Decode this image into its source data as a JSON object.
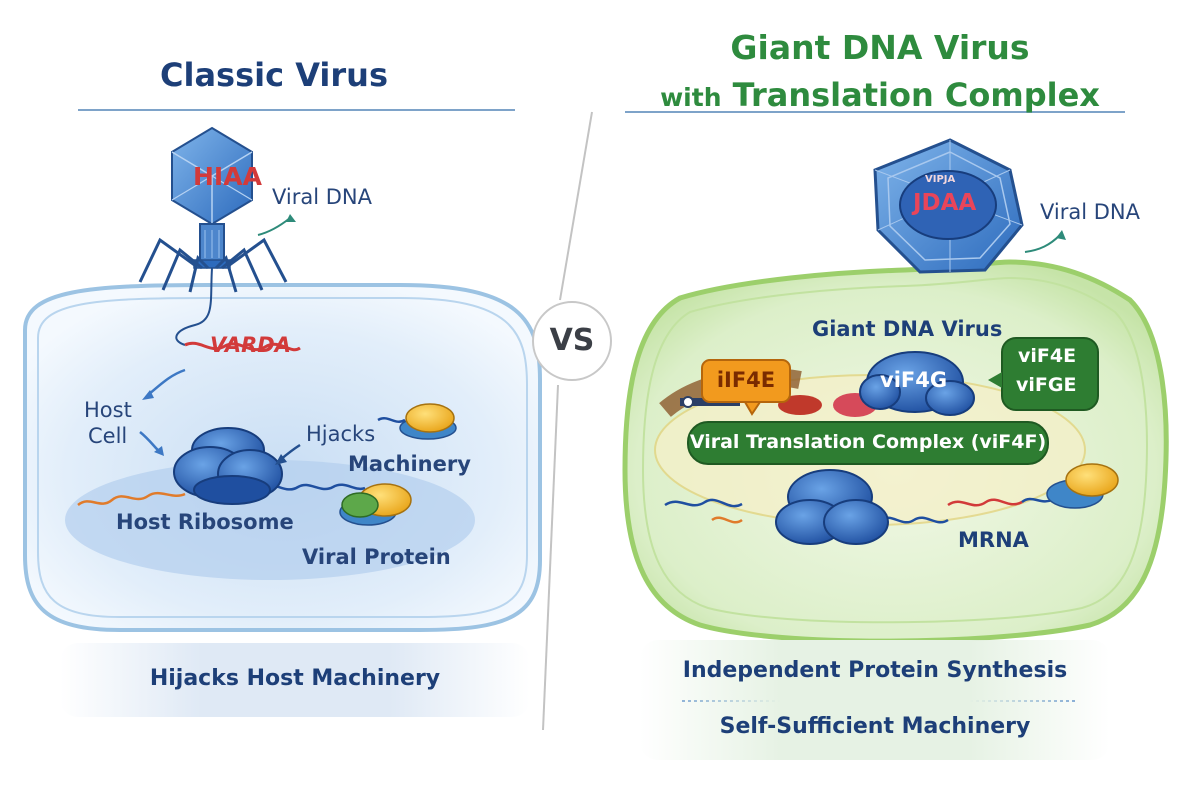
{
  "left_panel": {
    "title": "Classic Virus",
    "capsid_text": "HIAA",
    "viral_dna_label": "Viral DNA",
    "injected_dna_text": "VARDA",
    "host_cell_label_line1": "Host",
    "host_cell_label_line2": "Cell",
    "hijacks_label": "Hjacks",
    "machinery_label": "Machinery",
    "ribosome_label": "Host Ribosome",
    "protein_label": "Viral Protein",
    "summary": "Hijacks Host Machinery",
    "colors": {
      "title": "#1d3f78",
      "cell_fill": "#d7e8f7",
      "cell_border": "#9cc3e3",
      "ribosome": "#2f6fc6"
    }
  },
  "divider": {
    "vs_label": "VS"
  },
  "right_panel": {
    "title_line1": "Giant DNA Virus",
    "title_line2_prefix": "with",
    "title_line2_main": "Translation Complex",
    "capsid_small_text": "VIPJA",
    "capsid_text": "JDAA",
    "viral_dna_label": "Viral DNA",
    "giant_virus_label": "Giant DNA Virus",
    "factor_if4e": "iIF4E",
    "factor_vif4g": "viF4G",
    "factor_vif4e": "viF4E",
    "factor_vifge": "viFGE",
    "complex_label": "Viral Translation Complex (viF4F)",
    "mrna_label": "MRNA",
    "summary_line1": "Independent Protein Synthesis",
    "summary_line2": "Self-Sufficient Machinery",
    "colors": {
      "title": "#2e8b3e",
      "cell_fill": "#e6f4d9",
      "cell_border": "#9ccf6b",
      "complex_pill": "#2e7d32",
      "if4e_box": "#f29a1e"
    }
  }
}
